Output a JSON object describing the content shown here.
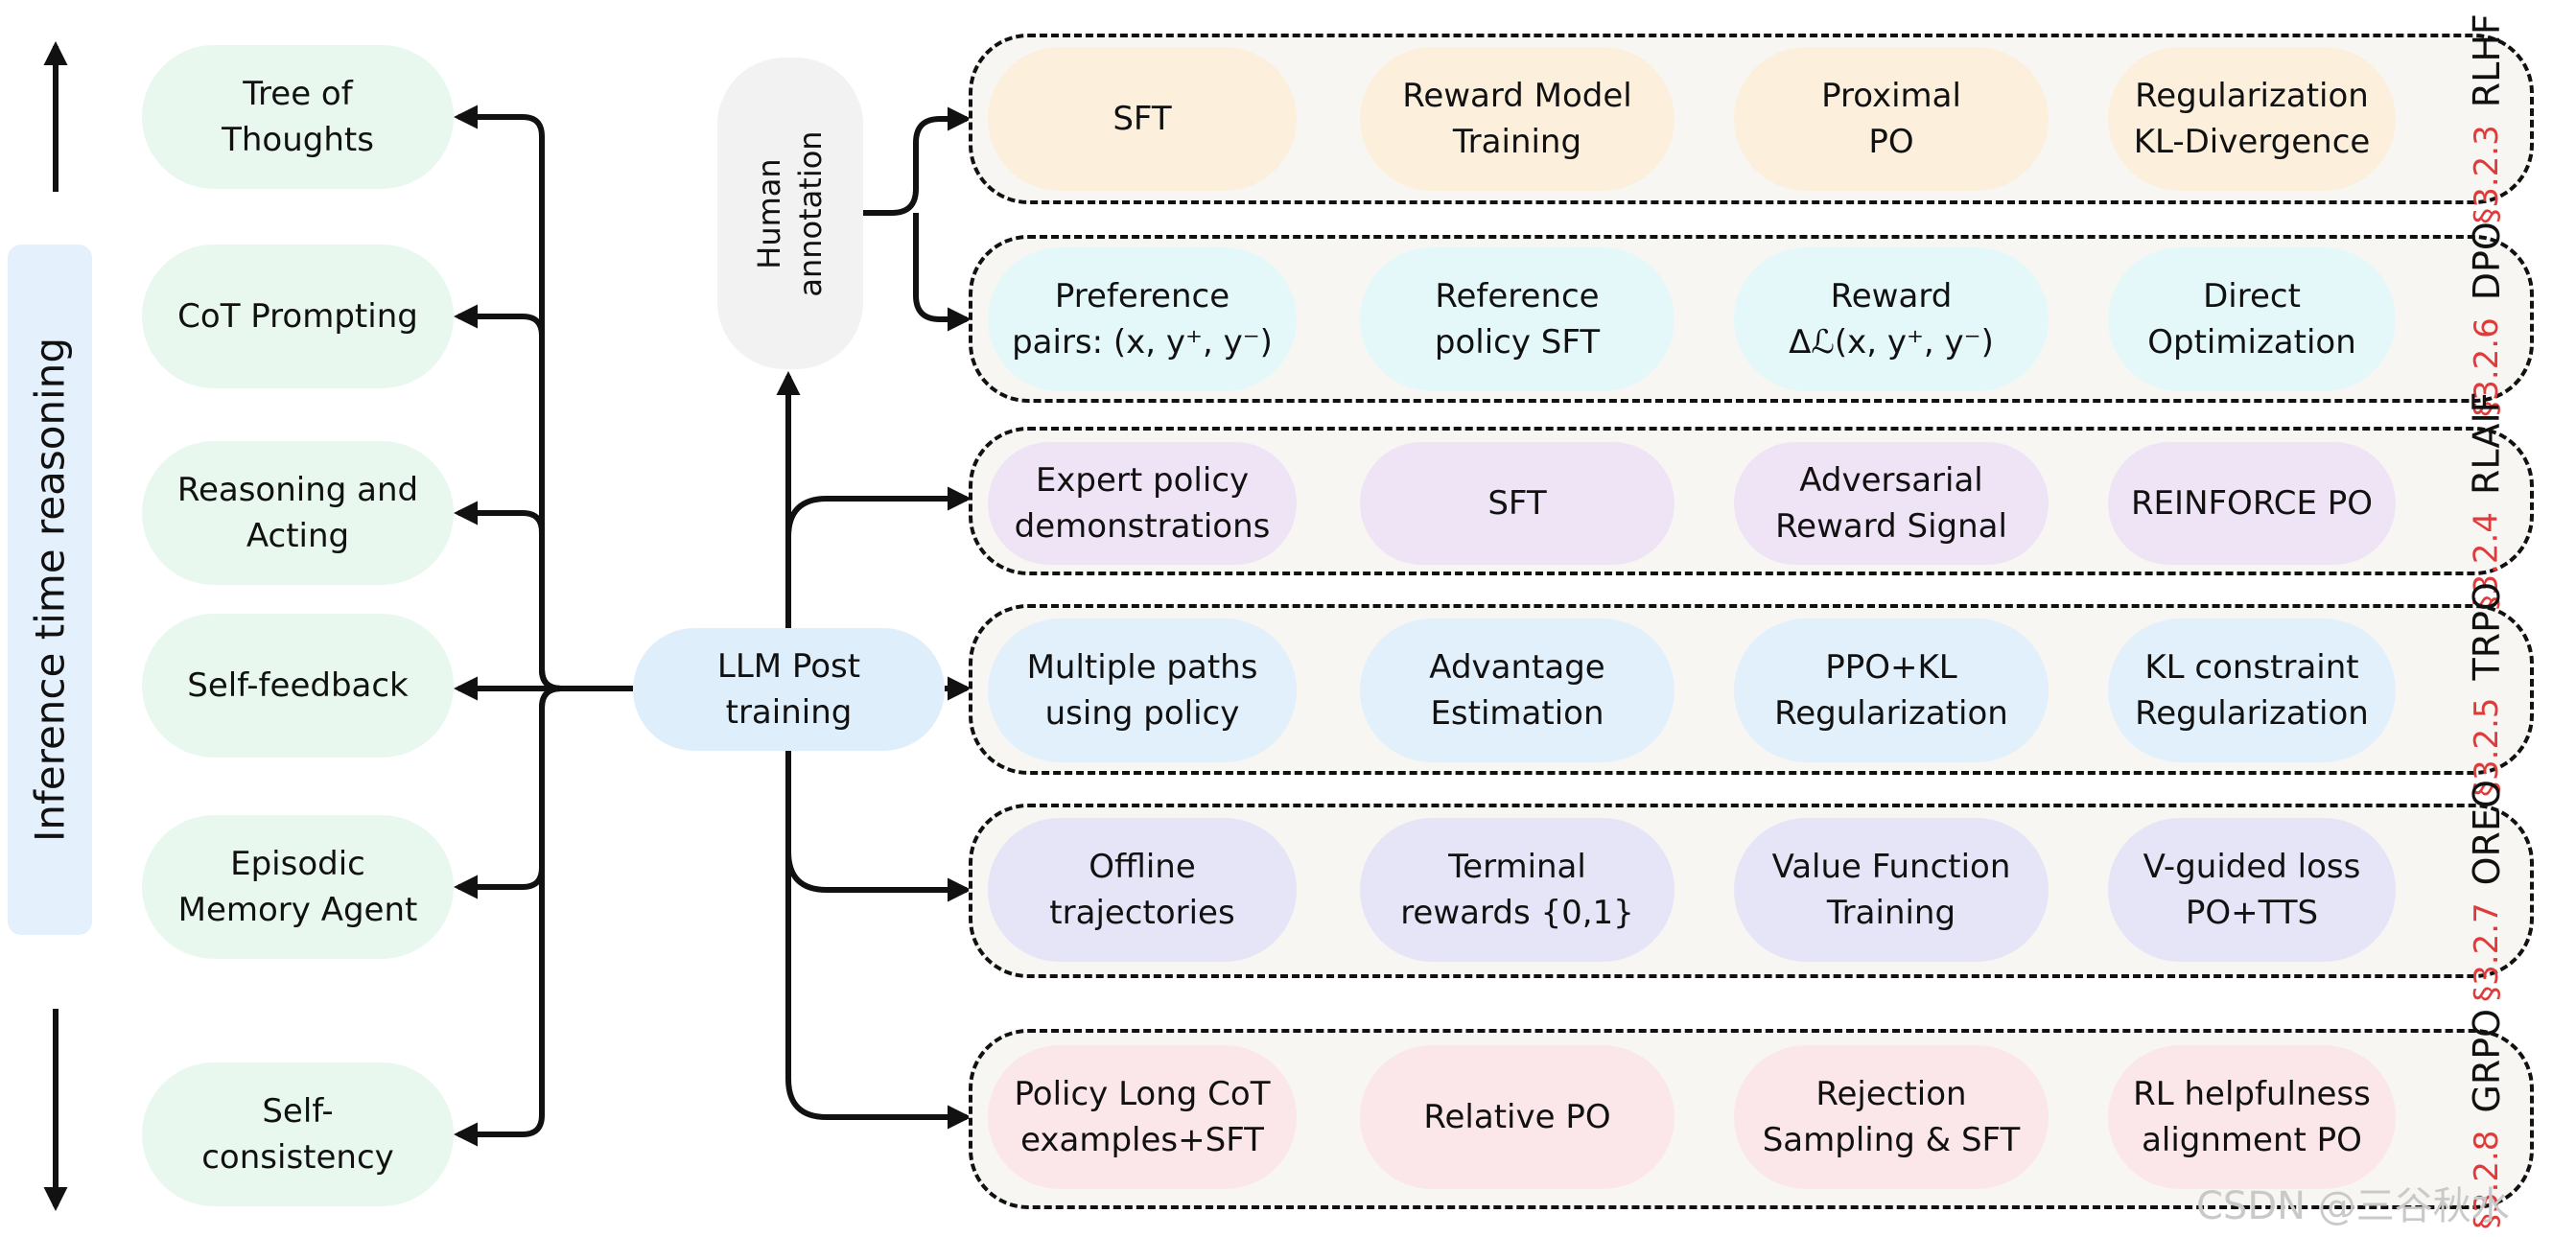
{
  "side_label": "Inference time reasoning",
  "left_methods": [
    "Tree of\nThoughts",
    "CoT Prompting",
    "Reasoning and\nActing",
    "Self-feedback",
    "Episodic\nMemory Agent",
    "Self-\nconsistency"
  ],
  "center_node": "LLM Post\ntraining",
  "human_node": "Human\nannotation",
  "groups": [
    {
      "section": "§3.2.3",
      "name": "RLHF",
      "color": "#fcf0dc",
      "steps": [
        "SFT",
        "Reward Model\nTraining",
        "Proximal\nPO",
        "Regularization\nKL-Divergence"
      ]
    },
    {
      "section": "§3.2.6",
      "name": "DPO",
      "color": "#e4f8fa",
      "steps": [
        "Preference\npairs: (x, y⁺, y⁻)",
        "Reference\npolicy SFT",
        "Reward\nΔℒ(x, y⁺, y⁻)",
        "Direct\nOptimization"
      ]
    },
    {
      "section": "§3.2.4",
      "name": "RLAIF",
      "color": "#efe4f5",
      "steps": [
        "Expert policy\ndemonstrations",
        "SFT",
        "Adversarial\nReward Signal",
        "REINFORCE PO"
      ]
    },
    {
      "section": "§3.2.5",
      "name": "TRPO",
      "color": "#e1f0fb",
      "steps": [
        "Multiple paths\nusing policy",
        "Advantage\nEstimation",
        "PPO+KL\nRegularization",
        "KL constraint\nRegularization"
      ]
    },
    {
      "section": "§3.2.7",
      "name": "OREO",
      "color": "#e6e4f7",
      "steps": [
        "Offline\ntrajectories",
        "Terminal\nrewards {0,1}",
        "Value Function\nTraining",
        "V-guided loss\nPO+TTS"
      ]
    },
    {
      "section": "§3.2.8",
      "name": "GRPO",
      "color": "#fbe6ea",
      "steps": [
        "Policy Long CoT\nexamples+SFT",
        "Relative PO",
        "Rejection\nSampling & SFT",
        "RL helpfulness\nalignment PO"
      ]
    }
  ],
  "watermark": "CSDN @三谷秋水"
}
